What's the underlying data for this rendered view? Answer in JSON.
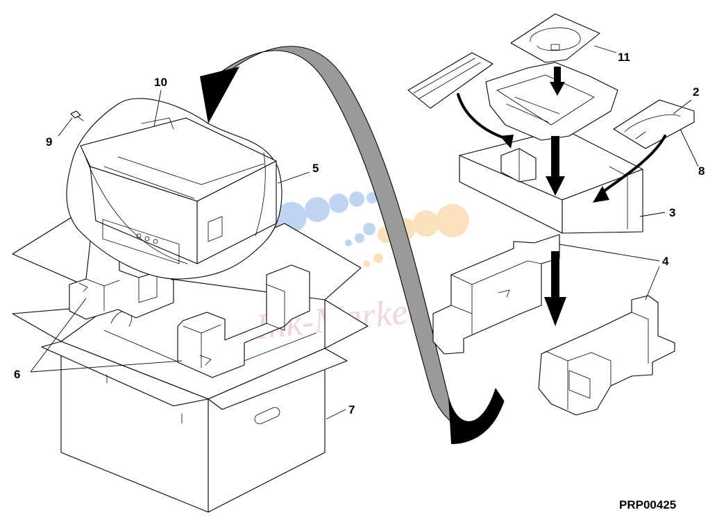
{
  "diagram": {
    "figure_id": "PRP00425",
    "watermark_text": "Ink-Market",
    "callouts": [
      {
        "id": "c1",
        "number": "2"
      },
      {
        "id": "c2",
        "number": "3"
      },
      {
        "id": "c3",
        "number": "4"
      },
      {
        "id": "c4",
        "number": "5"
      },
      {
        "id": "c5",
        "number": "6"
      },
      {
        "id": "c6",
        "number": "7"
      },
      {
        "id": "c7",
        "number": "8"
      },
      {
        "id": "c8",
        "number": "9"
      },
      {
        "id": "c9",
        "number": "10"
      },
      {
        "id": "c10",
        "number": "11"
      }
    ],
    "colors": {
      "line": "#000000",
      "background": "#ffffff",
      "watermark_blue": "#8fb2e8",
      "watermark_orange": "#f7c98a",
      "watermark_text": "#e6b5c0"
    }
  }
}
